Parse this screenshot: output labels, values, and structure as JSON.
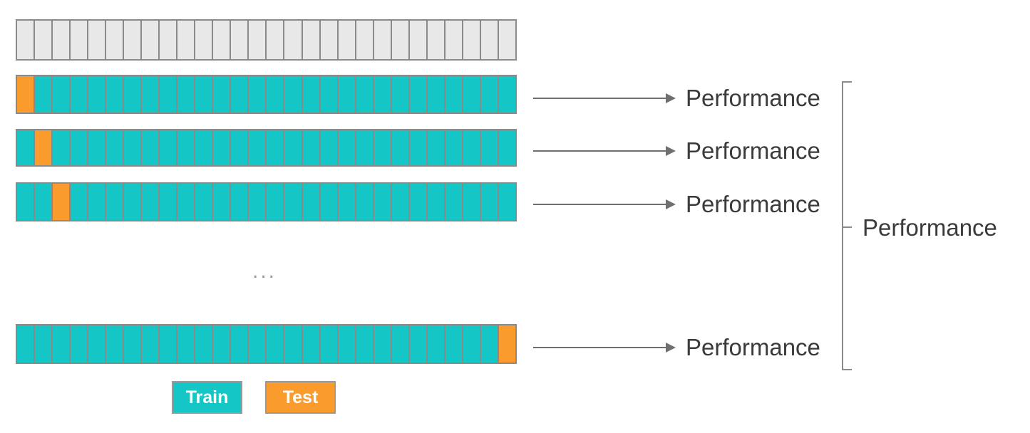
{
  "diagram": {
    "title": "k-fold cross-validation schematic",
    "n_cells": 28,
    "colors": {
      "train": "#14c6c6",
      "test": "#fa9b2e",
      "empty": "#e8e8e8",
      "border": "#8a8a8a",
      "arrow": "#6f6f6f",
      "text": "#3b3b3b"
    },
    "rows": [
      {
        "name": "full-dataset-row",
        "test_index": -1,
        "arrow": false,
        "label": ""
      },
      {
        "name": "fold-1-row",
        "test_index": 0,
        "arrow": true,
        "label": "Performance"
      },
      {
        "name": "fold-2-row",
        "test_index": 1,
        "arrow": true,
        "label": "Performance"
      },
      {
        "name": "fold-3-row",
        "test_index": 2,
        "arrow": true,
        "label": "Performance"
      },
      {
        "name": "fold-k-row",
        "test_index": 27,
        "arrow": true,
        "label": "Performance"
      }
    ],
    "ellipsis": "...",
    "aggregate_label": "Performance",
    "legend": [
      {
        "key": "train",
        "label": "Train"
      },
      {
        "key": "test",
        "label": "Test"
      }
    ]
  }
}
